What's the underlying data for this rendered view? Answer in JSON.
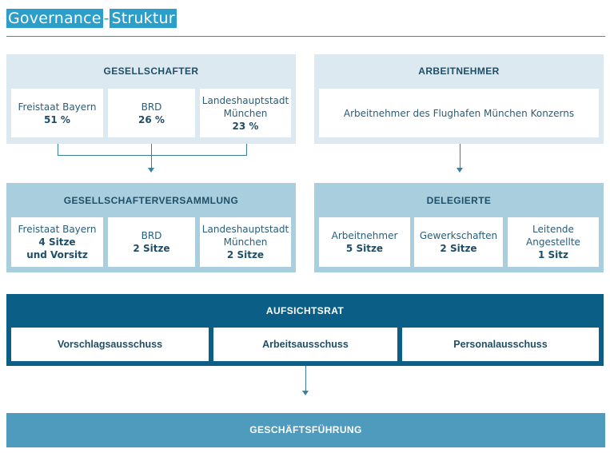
{
  "title": {
    "part1": "Governance",
    "separator": "-",
    "part2": "Struktur"
  },
  "gesellschafter": {
    "header": "GESELLSCHAFTER",
    "cells": [
      {
        "name": "Freistaat Bayern",
        "value": "51 %"
      },
      {
        "name": "BRD",
        "value": "26 %"
      },
      {
        "name": "Landeshauptstadt München",
        "value": "23 %"
      }
    ]
  },
  "arbeitnehmer": {
    "header": "ARBEITNEHMER",
    "cell": "Arbeitnehmer des Flughafen München Konzerns"
  },
  "versammlung": {
    "header": "GESELLSCHAFTERVERSAMMLUNG",
    "cells": [
      {
        "name": "Freistaat Bayern",
        "value": "4 Sitze",
        "extra": "und Vorsitz"
      },
      {
        "name": "BRD",
        "value": "2 Sitze"
      },
      {
        "name": "Landeshauptstadt München",
        "value": "2 Sitze"
      }
    ]
  },
  "delegierte": {
    "header": "DELEGIERTE",
    "cells": [
      {
        "name": "Arbeitnehmer",
        "value": "5 Sitze"
      },
      {
        "name": "Gewerkschaften",
        "value": "2 Sitze"
      },
      {
        "name": "Leitende Angestellte",
        "value": "1 Sitz"
      }
    ]
  },
  "aufsichtsrat": {
    "header": "AUFSICHTSRAT",
    "committees": [
      "Vorschlagsausschuss",
      "Arbeitsausschuss",
      "Personalausschuss"
    ]
  },
  "geschaeftsfuehrung": {
    "header": "GESCHÄFTSFÜHRUNG"
  }
}
